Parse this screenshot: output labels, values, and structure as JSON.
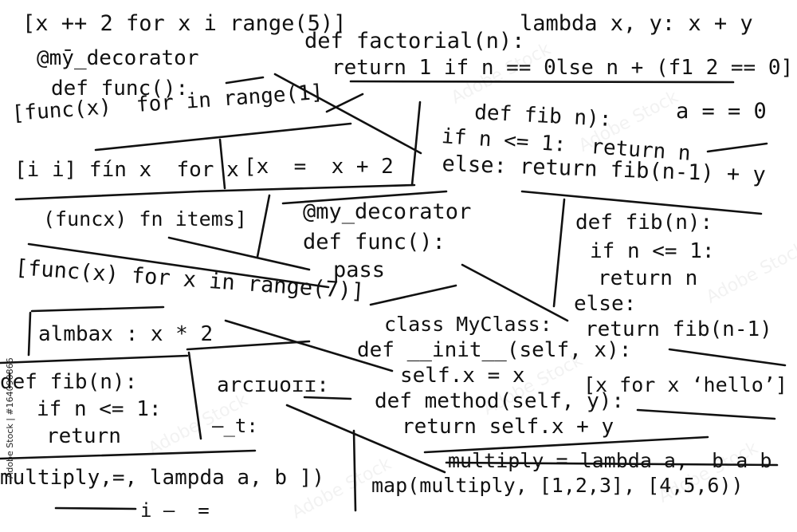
{
  "side_caption": "Adobe Stock | #164090866",
  "watermark": "Adobe Stock",
  "snippets": [
    "[x ++ 2 for x i range(5)]",
    "def factorial(n):",
    "lambda x, y: x + y",
    "@mȳ_decorator",
    "def func():",
    "return 1 if n == 0lse n + (f1 2 == 0]",
    "[func(x)  for in range(1]",
    "def fib n):",
    "a = = 0",
    "if n <= 1:  return n",
    "else: return fib(n-1) + y",
    "[i i] fín x  for x",
    "[x  =  x + 2",
    "(funcx) fn items]",
    "@my_decorator",
    "def func():",
    "pass",
    "def fib(n):",
    "if n <= 1:",
    "return n",
    "else:",
    "[func(x) for x in range(7)]",
    "class MyClass:",
    "return fib(n-1)",
    "almbax : x * 2",
    "def __init__(self, x):",
    "self.x = x",
    "def fib(n):",
    "arcɪuoɪɪ:",
    "[x for x ‘hello’]",
    "if n <= 1:",
    "def method(self, y):",
    "return",
    "return self.x + y",
    "—_t:",
    "multiply = lambda a,  b a b",
    "multiply,=, lampda a, b ])",
    "map(multiply, [1,2,3], [4,5,6))",
    "i —  ="
  ]
}
